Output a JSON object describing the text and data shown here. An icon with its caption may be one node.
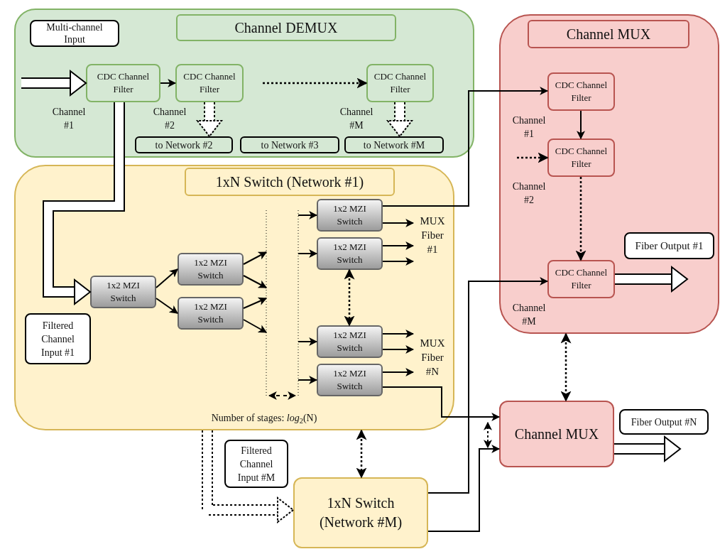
{
  "diagram": {
    "nodes": [
      {
        "text": [
          "Channel DEMUX"
        ]
      },
      {
        "text": [
          "Multi-channel Input"
        ],
        "in": 0
      },
      {
        "text": [
          "CDC Channel Filter"
        ],
        "in": 0,
        "beside": [
          "Channel #1"
        ]
      },
      {
        "text": [
          "CDC Channel Filter"
        ],
        "in": 0,
        "beside": [
          "Channel #2"
        ]
      },
      {
        "text": [
          "CDC Channel Filter"
        ],
        "in": 0,
        "beside": [
          "Channel #M"
        ]
      },
      {
        "text": [
          "to Network #2"
        ],
        "in": 0
      },
      {
        "text": [
          "to Network #3"
        ],
        "in": 0
      },
      {
        "text": [
          "to Network #M"
        ],
        "in": 0
      },
      {
        "text": [
          "Channel MUX"
        ]
      },
      {
        "text": [
          "CDC Channel Filter"
        ],
        "in": 8,
        "beside": [
          "Channel #1"
        ]
      },
      {
        "text": [
          "CDC Channel Filter"
        ],
        "in": 8,
        "beside": [
          "Channel #2"
        ]
      },
      {
        "text": [
          "CDC Channel Filter"
        ],
        "in": 8,
        "beside": [
          "Channel #M"
        ]
      },
      {
        "text": [
          "Fiber Output #1"
        ],
        "in": 8
      },
      {
        "text": [
          "1xN Switch (Network #1)",
          "Number of stages: *log*$_{2}$(N)"
        ]
      },
      {
        "text": [
          "Filtered Channel Input #1"
        ],
        "in": 13
      },
      {
        "text": [
          "1x2 MZI Switch"
        ],
        "in": 13
      },
      {
        "text": [
          "1x2 MZI Switch"
        ],
        "in": 13
      },
      {
        "text": [
          "1x2 MZI Switch"
        ],
        "in": 13
      },
      {
        "text": [
          "1x2 MZI Switch"
        ],
        "in": 13
      },
      {
        "text": [
          "1x2 MZI Switch"
        ],
        "in": 13
      },
      {
        "text": [
          "1x2 MZI Switch"
        ],
        "in": 13
      },
      {
        "text": [
          "1x2 MZI Switch"
        ],
        "in": 13
      },
      {
        "text": [
          "Channel MUX"
        ]
      },
      {
        "text": [
          "Fiber Output #N"
        ]
      },
      {
        "text": [
          "Filtered Channel Input #M"
        ]
      },
      {
        "text": [
          "1xN Switch (Network #M)"
        ]
      },
      {
        "text": [
          "MUX Fiber #1"
        ],
        "in": 13
      },
      {
        "text": [
          "MUX Fiber #N"
        ],
        "in": 13
      }
    ],
    "edges": [
      {
        "from": null,
        "to": 2,
        "arrow": "to",
        "style": "thick"
      },
      {
        "from": 2,
        "to": 3,
        "arrow": "to"
      },
      {
        "from": null,
        "to": 4,
        "arrow": "to",
        "style": "dashed"
      },
      {
        "from": 3,
        "to": 5,
        "arrow": "to",
        "style": "dashed"
      },
      {
        "from": 4,
        "to": 7,
        "arrow": "to",
        "style": "dashed"
      },
      {
        "from": 2,
        "to": 15,
        "arrow": "to",
        "style": "thick"
      },
      {
        "from": 15,
        "to": 16,
        "arrow": "to"
      },
      {
        "from": 15,
        "to": 17,
        "arrow": "to"
      },
      {
        "from": 16,
        "to": null,
        "arrow": "to"
      },
      {
        "from": 16,
        "to": null,
        "arrow": "to"
      },
      {
        "from": 17,
        "to": null,
        "arrow": "to"
      },
      {
        "from": 17,
        "to": null,
        "arrow": "to"
      },
      {
        "from": null,
        "to": 18,
        "arrow": "to"
      },
      {
        "from": null,
        "to": 19,
        "arrow": "to"
      },
      {
        "from": null,
        "to": 20,
        "arrow": "to"
      },
      {
        "from": null,
        "to": 21,
        "arrow": "to"
      },
      {
        "from": 18,
        "to": 26,
        "arrow": "to"
      },
      {
        "from": 19,
        "to": 26,
        "arrow": "to"
      },
      {
        "from": 19,
        "to": 26,
        "arrow": "to"
      },
      {
        "from": 20,
        "to": 27,
        "arrow": "to"
      },
      {
        "from": 20,
        "to": 27,
        "arrow": "to"
      },
      {
        "from": 21,
        "to": 27,
        "arrow": "to"
      },
      {
        "from": 18,
        "to": 9,
        "arrow": "to"
      },
      {
        "from": 21,
        "to": 22,
        "arrow": "to"
      },
      {
        "from": 19,
        "to": 20,
        "arrow": "both",
        "style": "dashed"
      },
      {
        "from": 9,
        "to": 10,
        "arrow": "to"
      },
      {
        "from": null,
        "to": 10,
        "arrow": "to",
        "style": "dashed"
      },
      {
        "from": 10,
        "to": 11,
        "arrow": "to",
        "style": "dashed"
      },
      {
        "from": 11,
        "to": 12,
        "arrow": "to",
        "style": "thick"
      },
      {
        "from": 8,
        "to": 22,
        "arrow": "both",
        "style": "dashed"
      },
      {
        "from": 13,
        "to": 25,
        "arrow": "both",
        "style": "dashed"
      },
      {
        "from": 13,
        "to": 25,
        "arrow": "to",
        "style": "dashed"
      },
      {
        "from": 25,
        "to": 11,
        "arrow": "to"
      },
      {
        "from": 25,
        "to": 22,
        "arrow": "to"
      },
      {
        "from": 22,
        "to": 23,
        "arrow": "to",
        "style": "thick"
      }
    ]
  }
}
